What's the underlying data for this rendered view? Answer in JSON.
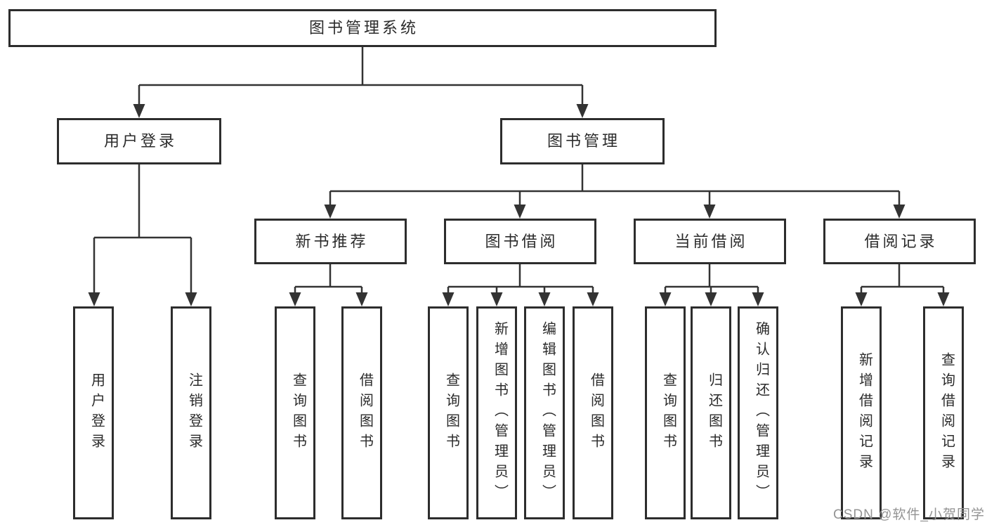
{
  "diagram": {
    "type": "hierarchy",
    "root": {
      "label": "图书管理系统"
    },
    "branches": [
      {
        "label": "用户登录",
        "children": [
          {
            "label": "用户登录"
          },
          {
            "label": "注销登录"
          }
        ]
      },
      {
        "label": "图书管理",
        "children": [
          {
            "label": "新书推荐",
            "children": [
              {
                "label": "查询图书"
              },
              {
                "label": "借阅图书"
              }
            ]
          },
          {
            "label": "图书借阅",
            "children": [
              {
                "label": "查询图书"
              },
              {
                "label": "新增图书（管理员）"
              },
              {
                "label": "编辑图书（管理员）"
              },
              {
                "label": "借阅图书"
              }
            ]
          },
          {
            "label": "当前借阅",
            "children": [
              {
                "label": "查询图书"
              },
              {
                "label": "归还图书"
              },
              {
                "label": "确认归还（管理员）"
              }
            ]
          },
          {
            "label": "借阅记录",
            "children": [
              {
                "label": "新增借阅记录"
              },
              {
                "label": "查询借阅记录"
              }
            ]
          }
        ]
      }
    ],
    "colors": {
      "line": "#333333",
      "border": "#2d2d2d",
      "text": "#2b2b2b",
      "watermark": "#949494",
      "background": "#ffffff"
    }
  },
  "watermark": {
    "text": "CSDN @软件_小贺同学"
  }
}
